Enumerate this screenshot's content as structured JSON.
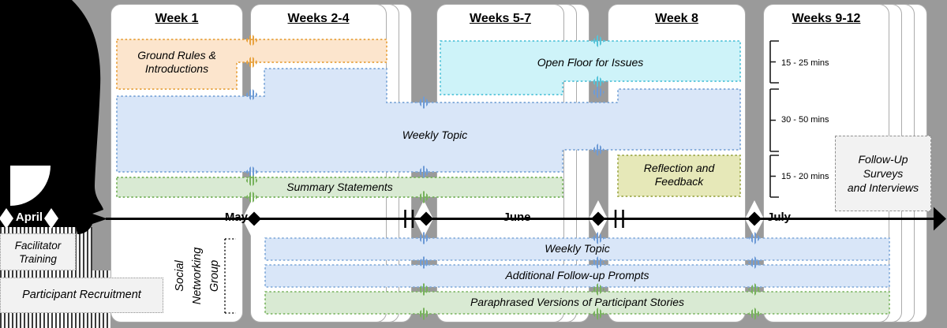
{
  "figure": {
    "kind": "study-protocol-timeline"
  },
  "palette": {
    "background": "#9A9A9A",
    "card": "#FFFFFF",
    "card_border": "#ABABAB",
    "orange_fill": "#FCE5CD",
    "orange_stroke": "#E8A341",
    "blue_fill": "#D9E6F8",
    "blue_stroke": "#7DA7D8",
    "cyan_fill": "#CEF3F9",
    "cyan_stroke": "#55C4D9",
    "green_fill": "#D9EAD3",
    "green_stroke": "#77B25C",
    "olive_fill": "#E6E8B8",
    "olive_stroke": "#9FAA4D",
    "gray_box_fill": "#F2F2F2",
    "ink": "#000000"
  },
  "columns": [
    {
      "title": "Week 1"
    },
    {
      "title": "Weeks 2-4"
    },
    {
      "title": "Weeks 5-7"
    },
    {
      "title": "Week 8"
    },
    {
      "title": "Weeks 9-12"
    }
  ],
  "timeline": {
    "months": [
      "April",
      "May",
      "June",
      "July"
    ]
  },
  "session_activities": [
    {
      "label": "Ground Rules &\nIntroductions",
      "color": "orange"
    },
    {
      "label": "Open Floor for Issues",
      "color": "cyan"
    },
    {
      "label": "Weekly Topic",
      "color": "blue"
    },
    {
      "label": "Summary Statements",
      "color": "green"
    },
    {
      "label": "Reflection and\nFeedback",
      "color": "olive"
    }
  ],
  "durations": [
    {
      "label": "15 - 25 mins"
    },
    {
      "label": "30 - 50 mins"
    },
    {
      "label": "15 - 20 mins"
    }
  ],
  "pre_study": {
    "facilitator_training": "Facilitator\nTraining",
    "participant_recruitment": "Participant Recruitment"
  },
  "social_group": {
    "title": "Social\nNetworking\nGroup",
    "bars": [
      {
        "label": "Weekly Topic",
        "color": "blue"
      },
      {
        "label": "Additional Follow-up Prompts",
        "color": "blue"
      },
      {
        "label": "Paraphrased Versions of Participant Stories",
        "color": "green"
      }
    ]
  },
  "follow_up": {
    "label": "Follow-Up\nSurveys\nand Interviews"
  }
}
